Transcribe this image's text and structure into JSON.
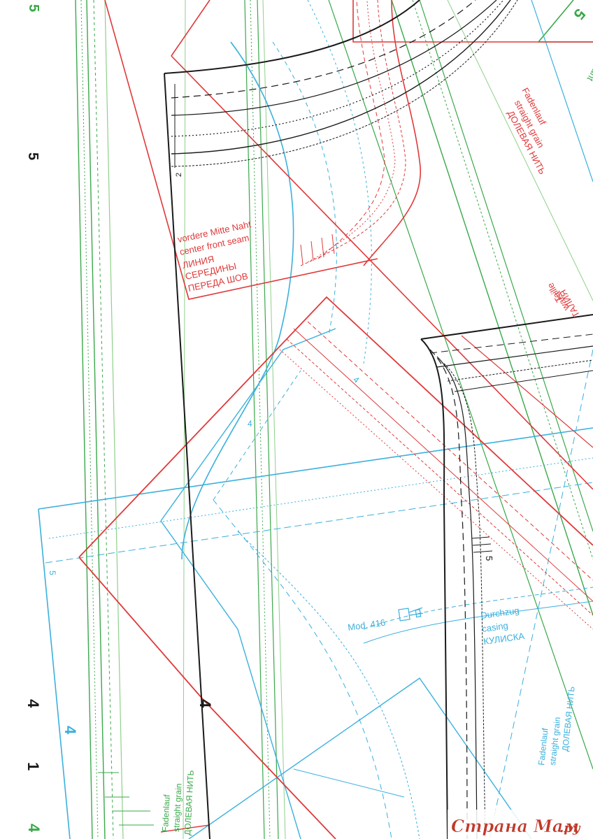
{
  "colors": {
    "black": "#1a1a1a",
    "red": "#e0393a",
    "green": "#3aa84a",
    "light_green": "#8fd08a",
    "blue": "#3bb0dd",
    "paper": "#ffffff",
    "watermark": "#c0392b"
  },
  "margin_left": {
    "num_top_green": "5",
    "num_black_5": "5",
    "num_black_4": "4",
    "num_black_1": "1",
    "num_green_bottom": "4"
  },
  "corner_top_right_num": "5",
  "corner_top_right_text": "Naht",
  "center_front_seam": {
    "de": "vordere Mitte Naht",
    "en": "center front seam",
    "ru1": "ЛИНИЯ",
    "ru2": "СЕРЕДИНЫ",
    "ru3": "ПЕРЕДА ШОВ"
  },
  "grain_top_right": {
    "de": "Fadenlauf",
    "en": "straight grain",
    "ru": "ДОЛЕВАЯ НИТЬ"
  },
  "waist": {
    "de": "Taille",
    "en": "waist",
    "ru": "ТАЛИЯ"
  },
  "casing": {
    "model": "Mod. 416",
    "de": "Durchzug",
    "en": "casing",
    "ru": "КУЛИСКА"
  },
  "grain_bottom_left": {
    "de": "Fadenlauf",
    "en": "straight grain",
    "ru": "ДОЛЕВАЯ НИТЬ"
  },
  "grain_bottom_right": {
    "de": "Fadenlauf",
    "en": "straight grain",
    "ru": "ДОЛЕВАЯ НИТЬ"
  },
  "marks": {
    "size_2": "2",
    "size_4_a": "4",
    "size_4_b": "4",
    "size_5_a": "5",
    "size_5_b": "5",
    "size_4_big": "4",
    "size_4_blue": "4"
  },
  "watermark": "Страна Мам",
  "watermark_suffix": ".ру"
}
